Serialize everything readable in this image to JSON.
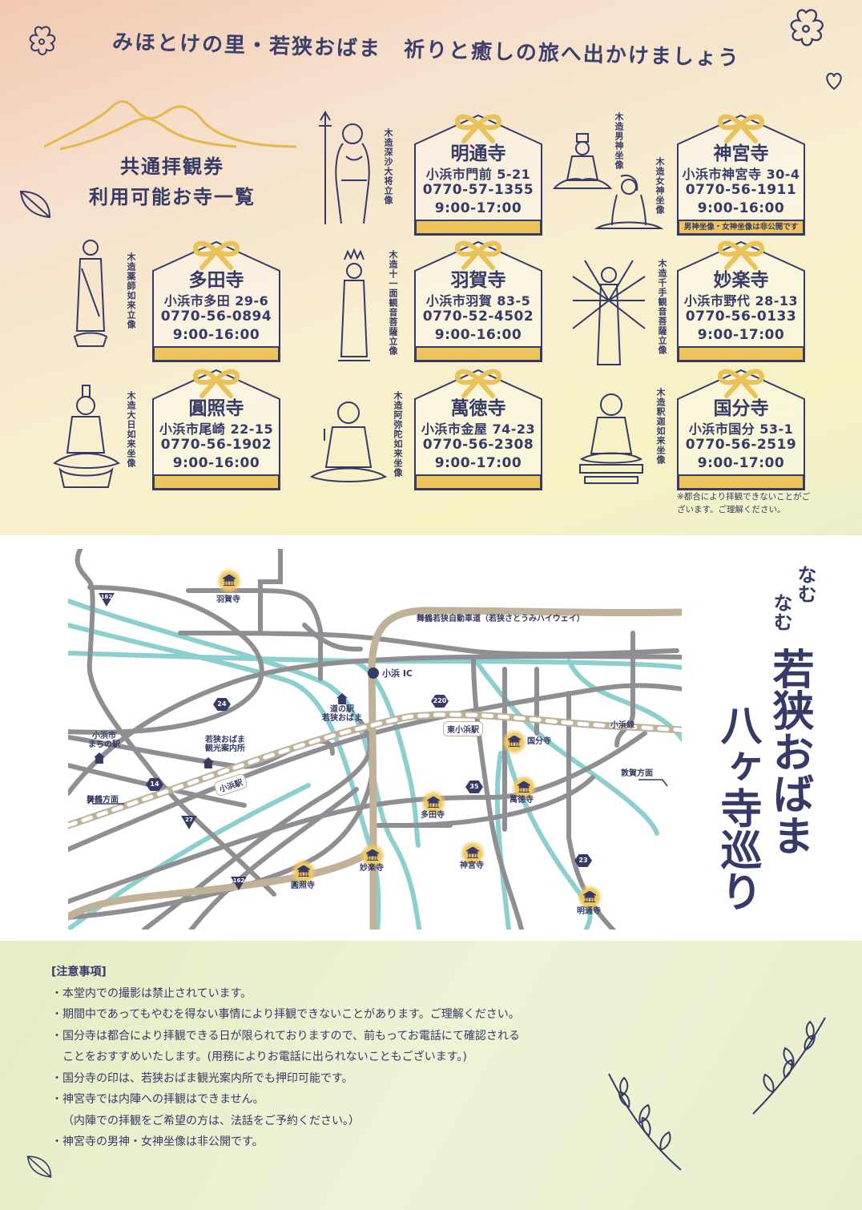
{
  "header": {
    "headline": "みほとけの里・若狭おばま　祈りと癒しの旅へ出かけましょう",
    "subtitle_line1": "共通拝観券",
    "subtitle_line2": "利用可能お寺一覧"
  },
  "temples": [
    {
      "name": "明通寺",
      "address": "小浜市門前 5-21",
      "phone": "0770-57-1355",
      "hours": "9:00-17:00"
    },
    {
      "name": "神宮寺",
      "address": "小浜市神宮寺 30-4",
      "phone": "0770-56-1911",
      "hours": "9:00-16:00",
      "note": "男神坐像・女神坐像は非公開です"
    },
    {
      "name": "多田寺",
      "address": "小浜市多田 29-6",
      "phone": "0770-56-0894",
      "hours": "9:00-16:00"
    },
    {
      "name": "羽賀寺",
      "address": "小浜市羽賀 83-5",
      "phone": "0770-52-4502",
      "hours": "9:00-16:00"
    },
    {
      "name": "妙楽寺",
      "address": "小浜市野代 28-13",
      "phone": "0770-56-0133",
      "hours": "9:00-17:00"
    },
    {
      "name": "圓照寺",
      "address": "小浜市尾崎 22-15",
      "phone": "0770-56-1902",
      "hours": "9:00-16:00"
    },
    {
      "name": "萬徳寺",
      "address": "小浜市金屋 74-23",
      "phone": "0770-56-2308",
      "hours": "9:00-17:00"
    },
    {
      "name": "国分寺",
      "address": "小浜市国分 53-1",
      "phone": "0770-56-2519",
      "hours": "9:00-17:00"
    }
  ],
  "statues": {
    "jinja": "木造深沙大将立像",
    "danshin": "木造男神坐像",
    "joshin": "木造女神坐像",
    "yakushi": "木造薬師如来立像",
    "juichimen": "木造十一面観音菩薩立像",
    "senju": "木造千手観音菩薩立像",
    "dainichi": "木造大日如来坐像",
    "amida": "木造阿弥陀如来坐像",
    "shaka": "木造釈迦如来坐像"
  },
  "kokubunji_caution": "※都合により拝観できないことがございます。ご理解ください。",
  "map": {
    "expressway": "舞鶴若狭自動車道（若狭さとうみハイウェイ）",
    "obama_ic": "小浜 IC",
    "michi_no_eki": "道の駅\n若狭おばま",
    "machi_no_eki": "小浜市\nまちの駅",
    "tourist_info": "若狭おばま\n観光案内所",
    "higashi_obama_station": "東小浜駅",
    "obama_station": "小浜駅",
    "obama_line": "小浜線",
    "to_maizuru": "舞鶴方面",
    "to_tsuruga": "敦賀方面",
    "routes": {
      "r162a": "162",
      "r162b": "162",
      "r24": "24",
      "r14": "14",
      "r27": "27",
      "r220": "220",
      "r35": "35",
      "r23": "23"
    },
    "temple_labels": {
      "haga": "羽賀寺",
      "kokubun": "国分寺",
      "mantoku": "萬徳寺",
      "tada": "多田寺",
      "myoraku": "妙楽寺",
      "jingu": "神宮寺",
      "ensho": "圓照寺",
      "myotsu": "明通寺"
    }
  },
  "side_title": {
    "namu1": "なむ",
    "namu2": "なむ",
    "line1": "若狭おばま",
    "line2": "八ヶ寺巡り"
  },
  "notes": {
    "heading": "[注意事項]",
    "items": [
      "・本堂内での撮影は禁止されています。",
      "・期間中であってもやむを得ない事情により拝観できないことがあります。ご理解ください。",
      "・国分寺は都合により拝観できる日が限られておりますので、前もってお電話にて確認される",
      "ことをおすすめいたします。(用務によりお電話に出られないこともございます。)",
      "・国分寺の印は、若狭おばま観光案内所でも押印可能です。",
      "・神宮寺では内陣への拝観はできません。",
      "（内陣での拝観をご希望の方は、法話をご予約ください。）",
      "・神宮寺の男神・女神坐像は非公開です。"
    ]
  },
  "colors": {
    "navy": "#353a66",
    "gold": "#e9c25a",
    "river": "#8ccfcf",
    "road": "#8e8e93",
    "expressway": "#bfb299"
  }
}
